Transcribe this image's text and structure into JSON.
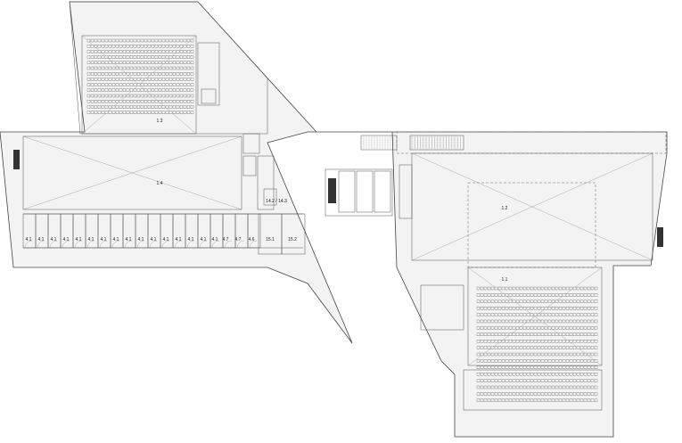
{
  "rooms": {
    "r13": "1.3",
    "r14": "1.4",
    "r142": "14.2 / 14.3",
    "r12": "1.2",
    "r11": "1.1",
    "r151": "15.1",
    "r152": "15.2",
    "r47": "4.7",
    "r46": "4.6",
    "r41": "4.1"
  }
}
